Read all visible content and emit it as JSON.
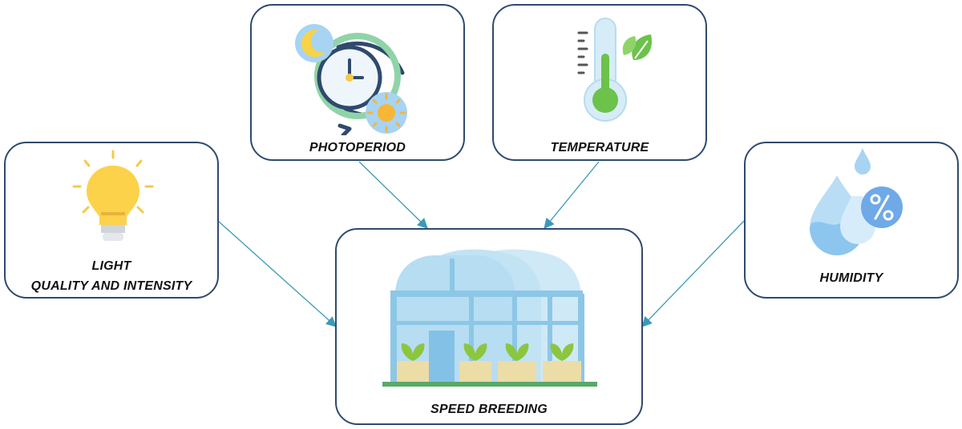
{
  "nodes": {
    "photoperiod": {
      "label": "PHOTOPERIOD",
      "icon": "clock-day-night-icon"
    },
    "temperature": {
      "label": "TEMPERATURE",
      "icon": "thermometer-leaf-icon"
    },
    "light": {
      "label_line1": "LIGHT",
      "label_line2": "QUALITY AND INTENSITY",
      "icon": "light-bulb-icon"
    },
    "humidity": {
      "label": "HUMIDITY",
      "icon": "humidity-drops-icon"
    },
    "speed_breeding": {
      "label": "SPEED BREEDING",
      "icon": "greenhouse-icon"
    }
  },
  "colors": {
    "box_border": "#2f4a6e",
    "arrow": "#3a9ab8"
  }
}
